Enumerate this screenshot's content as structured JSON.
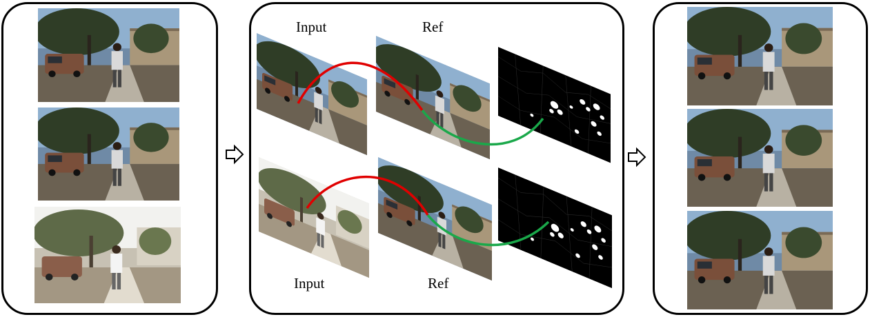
{
  "figure": {
    "labels": {
      "input_top": "Input",
      "ref_top": "Ref",
      "input_bottom": "Input",
      "ref_bottom": "Ref"
    },
    "arrow_glyph": "⇨",
    "colors": {
      "border": "#000000",
      "match_red": "#e00000",
      "match_green": "#1aa84a",
      "mask_background": "#000000",
      "mask_foreground": "#ffffff"
    }
  }
}
